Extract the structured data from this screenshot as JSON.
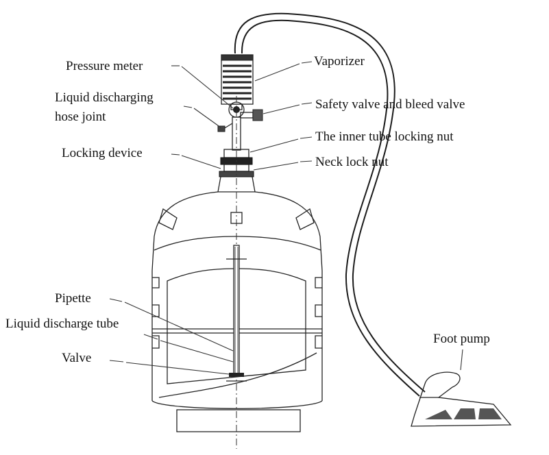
{
  "labels": {
    "pressure_meter": "Pressure meter",
    "liquid_discharging_1": "Liquid discharging",
    "liquid_discharging_2": "hose joint",
    "locking_device": "Locking device",
    "vaporizer": "Vaporizer",
    "safety_valve": "Safety valve and bleed valve",
    "inner_tube_nut": "The inner tube locking nut",
    "neck_lock_nut": "Neck lock nut",
    "pipette": "Pipette",
    "liquid_discharge_tube": "Liquid discharge tube",
    "valve": "Valve",
    "foot_pump": "Foot pump"
  }
}
